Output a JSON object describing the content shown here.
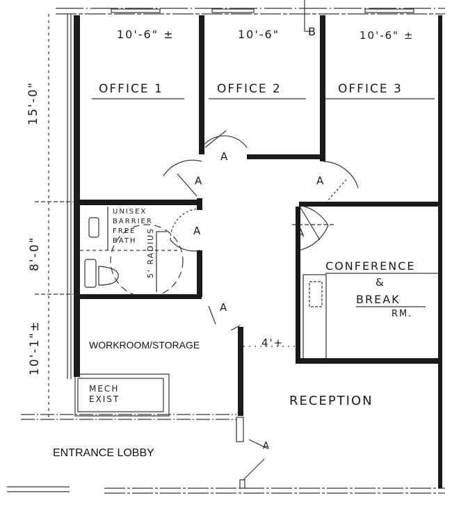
{
  "title": "Office Suite Floor Plan",
  "rooms": {
    "office1": {
      "label": "OFFICE 1",
      "dimension": "10'-6\" ±"
    },
    "office2": {
      "label": "OFFICE 2",
      "dimension": "10'-6\"",
      "marker": "B"
    },
    "office3": {
      "label": "OFFICE 3",
      "dimension": "10'-6\" ±"
    },
    "restroom": {
      "label_lines": [
        "UNISEX",
        "BARRIER",
        "FREE",
        "BATH"
      ],
      "radius_note": "5' RADIUS"
    },
    "conference": {
      "label_lines": [
        "CONFERENCE",
        "&",
        "BREAK",
        "RM."
      ]
    },
    "workroom": {
      "label": "WORKROOM/STORAGE"
    },
    "mech": {
      "label_lines": [
        "MECH",
        "EXIST"
      ]
    },
    "reception": {
      "label": "RECEPTION"
    },
    "lobby": {
      "label": "ENTRANCE LOBBY"
    }
  },
  "dimensions": {
    "left": [
      "15'-0\"",
      "8'-0\"",
      "10'-1\"±"
    ],
    "corridor_width": "4'+"
  },
  "door_tags": [
    "A",
    "A",
    "A",
    "A",
    "A",
    "A",
    "A"
  ],
  "colors": {
    "wall": "#1a1a1a",
    "line": "#333333",
    "paper": "#ffffff"
  }
}
